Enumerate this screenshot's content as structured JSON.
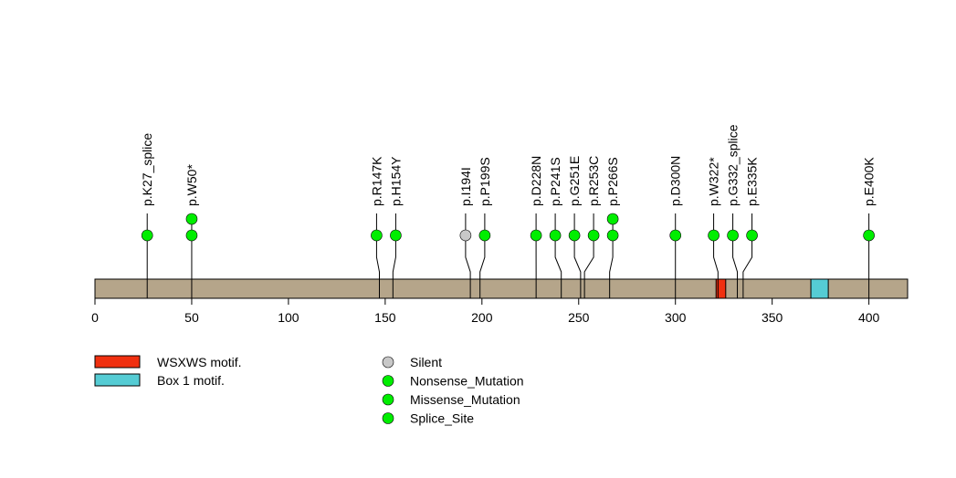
{
  "chart_data": {
    "type": "lollipop",
    "protein_length": 420,
    "xlim": [
      0,
      420
    ],
    "x_ticks": [
      0,
      50,
      100,
      150,
      200,
      250,
      300,
      350,
      400
    ],
    "domains": [
      {
        "name": "WSXWS motif.",
        "start": 321,
        "end": 326,
        "color": "#f03010"
      },
      {
        "name": "Box 1 motif.",
        "start": 370,
        "end": 379,
        "color": "#55ccd4"
      }
    ],
    "mutations": [
      {
        "label": "p.K27_splice",
        "position": 27,
        "count": 1,
        "type": "Splice_Site"
      },
      {
        "label": "p.W50*",
        "position": 50,
        "count": 2,
        "type": "Nonsense_Mutation"
      },
      {
        "label": "p.R147K",
        "position": 147,
        "count": 1,
        "type": "Missense_Mutation"
      },
      {
        "label": "p.H154Y",
        "position": 154,
        "count": 1,
        "type": "Missense_Mutation"
      },
      {
        "label": "p.I194I",
        "position": 194,
        "count": 1,
        "type": "Silent"
      },
      {
        "label": "p.P199S",
        "position": 199,
        "count": 1,
        "type": "Missense_Mutation"
      },
      {
        "label": "p.D228N",
        "position": 228,
        "count": 1,
        "type": "Missense_Mutation"
      },
      {
        "label": "p.P241S",
        "position": 241,
        "count": 1,
        "type": "Missense_Mutation"
      },
      {
        "label": "p.G251E",
        "position": 251,
        "count": 1,
        "type": "Missense_Mutation"
      },
      {
        "label": "p.R253C",
        "position": 253,
        "count": 1,
        "type": "Missense_Mutation"
      },
      {
        "label": "p.P266S",
        "position": 266,
        "count": 2,
        "type": "Missense_Mutation"
      },
      {
        "label": "p.D300N",
        "position": 300,
        "count": 1,
        "type": "Missense_Mutation"
      },
      {
        "label": "p.W322*",
        "position": 322,
        "count": 1,
        "type": "Nonsense_Mutation"
      },
      {
        "label": "p.G332_splice",
        "position": 332,
        "count": 1,
        "type": "Splice_Site"
      },
      {
        "label": "p.E335K",
        "position": 335,
        "count": 1,
        "type": "Missense_Mutation"
      },
      {
        "label": "p.E400K",
        "position": 400,
        "count": 1,
        "type": "Missense_Mutation"
      }
    ],
    "legend": {
      "domains": [
        "WSXWS motif.",
        "Box 1 motif."
      ],
      "mutation_types": [
        {
          "name": "Silent",
          "color": "#c8c8c8"
        },
        {
          "name": "Nonsense_Mutation",
          "color": "#00ee00"
        },
        {
          "name": "Missense_Mutation",
          "color": "#00ee00"
        },
        {
          "name": "Splice_Site",
          "color": "#00ee00"
        }
      ]
    },
    "bar_color": "#b5a58a"
  }
}
